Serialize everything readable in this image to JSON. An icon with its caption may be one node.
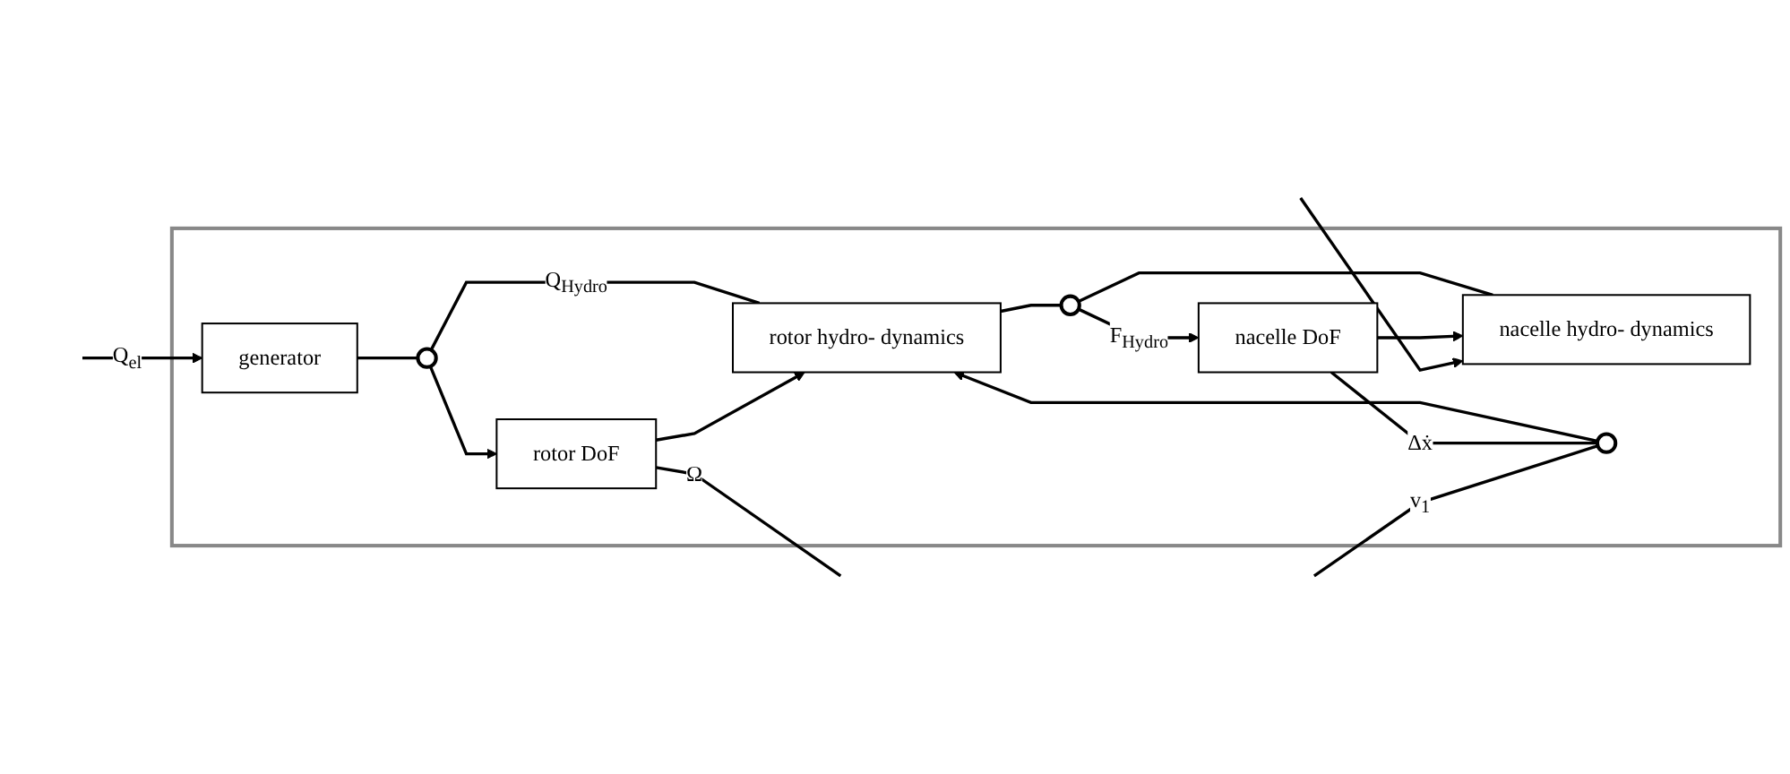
{
  "diagram": {
    "nodes": [
      {
        "text": [],
        "shape": "box"
      },
      {
        "text": [
          "generator"
        ],
        "in": 0
      },
      {
        "text": [
          "rotor hydro- dynamics"
        ],
        "in": 0
      },
      {
        "text": [
          "rotor DoF"
        ],
        "in": 0
      },
      {
        "text": [
          "nacelle hydro- dynamics"
        ],
        "in": 0
      },
      {
        "text": [
          "nacelle DoF"
        ],
        "in": 0
      },
      {
        "text": [],
        "shape": "circle",
        "in": 0
      },
      {
        "text": [],
        "shape": "circle",
        "in": 0
      },
      {
        "text": [],
        "shape": "circle",
        "in": 0
      }
    ],
    "edges": [
      {
        "from": null,
        "to": 1,
        "arrow": "to",
        "label": "Q$_{el}$"
      },
      {
        "from": 1,
        "to": 6,
        "arrow": "none"
      },
      {
        "from": 2,
        "to": 6,
        "arrow": "none",
        "label": "Q$_{Hydro}$"
      },
      {
        "from": 6,
        "to": 3,
        "arrow": "to"
      },
      {
        "from": 3,
        "to": null,
        "arrow": "none",
        "label": "Ω"
      },
      {
        "from": 3,
        "to": 2,
        "arrow": "to"
      },
      {
        "from": null,
        "to": 7,
        "arrow": "none",
        "label": "v$_{1}$"
      },
      {
        "from": 7,
        "to": 2,
        "arrow": "to"
      },
      {
        "from": null,
        "to": 4,
        "arrow": "to"
      },
      {
        "from": 2,
        "to": 8,
        "arrow": "none"
      },
      {
        "from": 4,
        "to": 8,
        "arrow": "none"
      },
      {
        "from": 8,
        "to": 5,
        "arrow": "to",
        "label": "F$_{Hydro}$"
      },
      {
        "from": 5,
        "to": 7,
        "arrow": "none",
        "label": "Δẋ"
      },
      {
        "from": 5,
        "to": 4,
        "arrow": "to"
      }
    ]
  }
}
